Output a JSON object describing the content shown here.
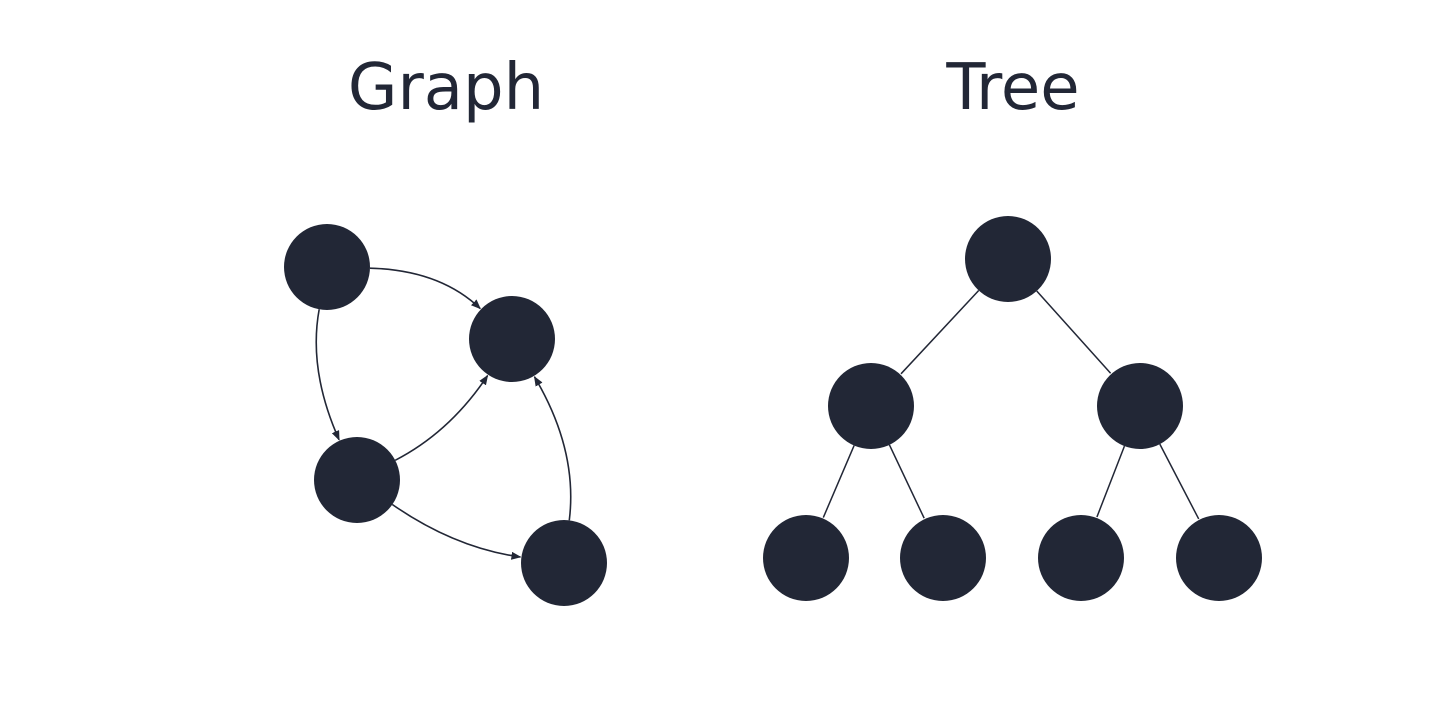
{
  "colors": {
    "background": "#ffffff",
    "node_fill": "#222736",
    "edge_stroke": "#222736",
    "title_text": "#222736"
  },
  "graph": {
    "title": "Graph",
    "edge_type": "directed",
    "nodes": [
      "g1",
      "g2",
      "g3",
      "g4"
    ],
    "edges": [
      {
        "from": "g1",
        "to": "g2"
      },
      {
        "from": "g1",
        "to": "g3"
      },
      {
        "from": "g3",
        "to": "g2"
      },
      {
        "from": "g3",
        "to": "g4"
      },
      {
        "from": "g4",
        "to": "g2"
      }
    ]
  },
  "tree": {
    "title": "Tree",
    "edge_type": "undirected",
    "nodes": [
      "t1",
      "t2",
      "t3",
      "t4",
      "t5",
      "t6",
      "t7"
    ],
    "edges": [
      {
        "from": "t1",
        "to": "t2"
      },
      {
        "from": "t1",
        "to": "t3"
      },
      {
        "from": "t2",
        "to": "t4"
      },
      {
        "from": "t2",
        "to": "t5"
      },
      {
        "from": "t3",
        "to": "t6"
      },
      {
        "from": "t3",
        "to": "t7"
      }
    ]
  }
}
